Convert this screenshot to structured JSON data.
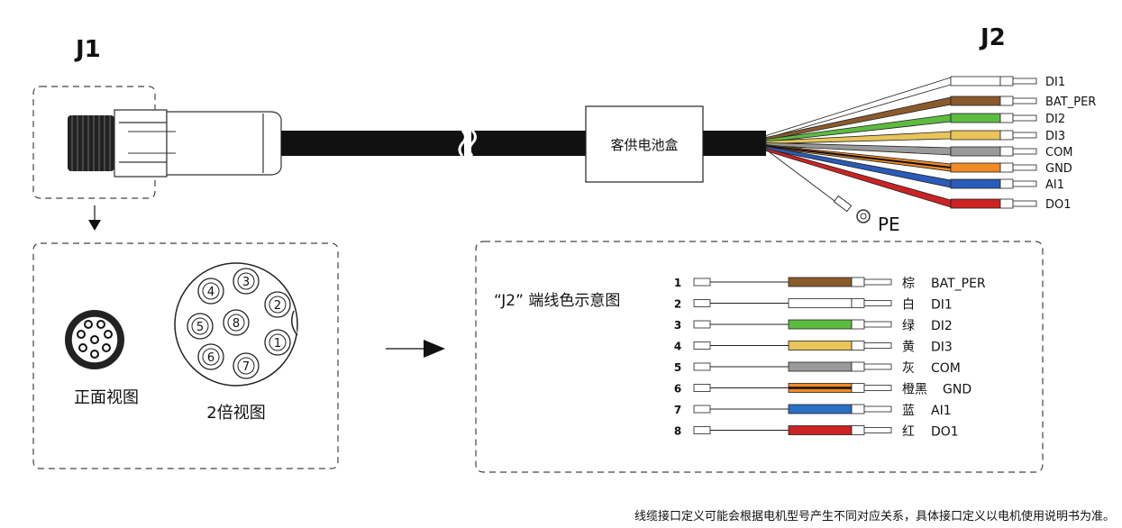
{
  "labels": {
    "j1": "J1",
    "j2": "J2",
    "box": "客供电池盒",
    "pe": "PE",
    "front_view": "正面视图",
    "double_view": "2倍视图",
    "legend_title": "“J2” 端线色示意图",
    "footnote": "线缆接口定义可能会根据电机型号产生不同对应关系，具体接口定义以电机使用说明书为准。"
  },
  "j2_wires": [
    {
      "label": "DI1",
      "color": "#ffffff"
    },
    {
      "label": "BAT_PER",
      "color": "#8b5a2b"
    },
    {
      "label": "DI2",
      "color": "#5dbb3f"
    },
    {
      "label": "DI3",
      "color": "#e8c45a"
    },
    {
      "label": "COM",
      "color": "#9a9a9a"
    },
    {
      "label": "GND",
      "color": "#f08a24"
    },
    {
      "label": "AI1",
      "color": "#2a5bb8"
    },
    {
      "label": "DO1",
      "color": "#cc2222"
    }
  ],
  "pins": [
    "4",
    "3",
    "2",
    "5",
    "8",
    "1",
    "6",
    "7"
  ],
  "legend": [
    {
      "no": "1",
      "cn": "棕",
      "name": "BAT_PER",
      "color": "#8b5a2b",
      "stripe": ""
    },
    {
      "no": "2",
      "cn": "白",
      "name": "DI1",
      "color": "#ffffff",
      "stripe": ""
    },
    {
      "no": "3",
      "cn": "绿",
      "name": "DI2",
      "color": "#5dbb3f",
      "stripe": ""
    },
    {
      "no": "4",
      "cn": "黄",
      "name": "DI3",
      "color": "#e8c45a",
      "stripe": ""
    },
    {
      "no": "5",
      "cn": "灰",
      "name": "COM",
      "color": "#9a9a9a",
      "stripe": ""
    },
    {
      "no": "6",
      "cn": "橙黑",
      "name": "GND",
      "color": "#f08a24",
      "stripe": "#111111"
    },
    {
      "no": "7",
      "cn": "蓝",
      "name": "AI1",
      "color": "#2a6fc4",
      "stripe": ""
    },
    {
      "no": "8",
      "cn": "红",
      "name": "DO1",
      "color": "#cc2222",
      "stripe": ""
    }
  ]
}
